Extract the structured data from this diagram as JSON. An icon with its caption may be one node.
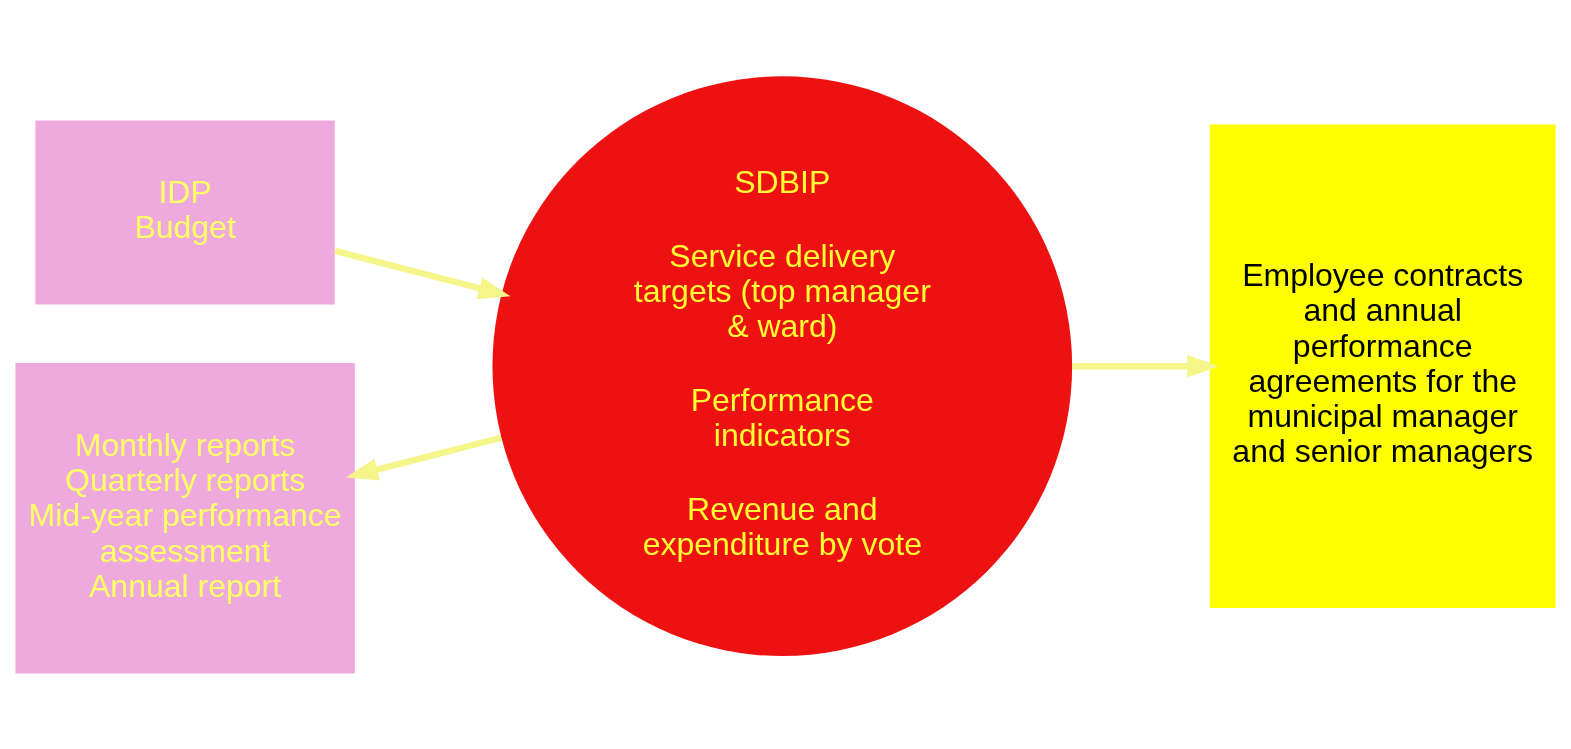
{
  "diagram": {
    "nodes": [
      {
        "text": [
          "IDP",
          "Budget"
        ]
      },
      {
        "text": [
          "Monthly reports",
          "Quarterly reports",
          "Mid-year performance assessment",
          "Annual report"
        ]
      },
      {
        "text": [
          "SDBIP",
          "Service delivery targets (top manager & ward)",
          "Performance indicators",
          "Revenue and expenditure by vote"
        ]
      },
      {
        "text": [
          "Employee contracts and annual performance agreements for the municipal manager and senior managers"
        ]
      }
    ],
    "edges": [
      {
        "from": 0,
        "to": 2,
        "arrow": "to"
      },
      {
        "from": 2,
        "to": 1,
        "arrow": "to"
      },
      {
        "from": 2,
        "to": 3,
        "arrow": "to"
      }
    ]
  }
}
